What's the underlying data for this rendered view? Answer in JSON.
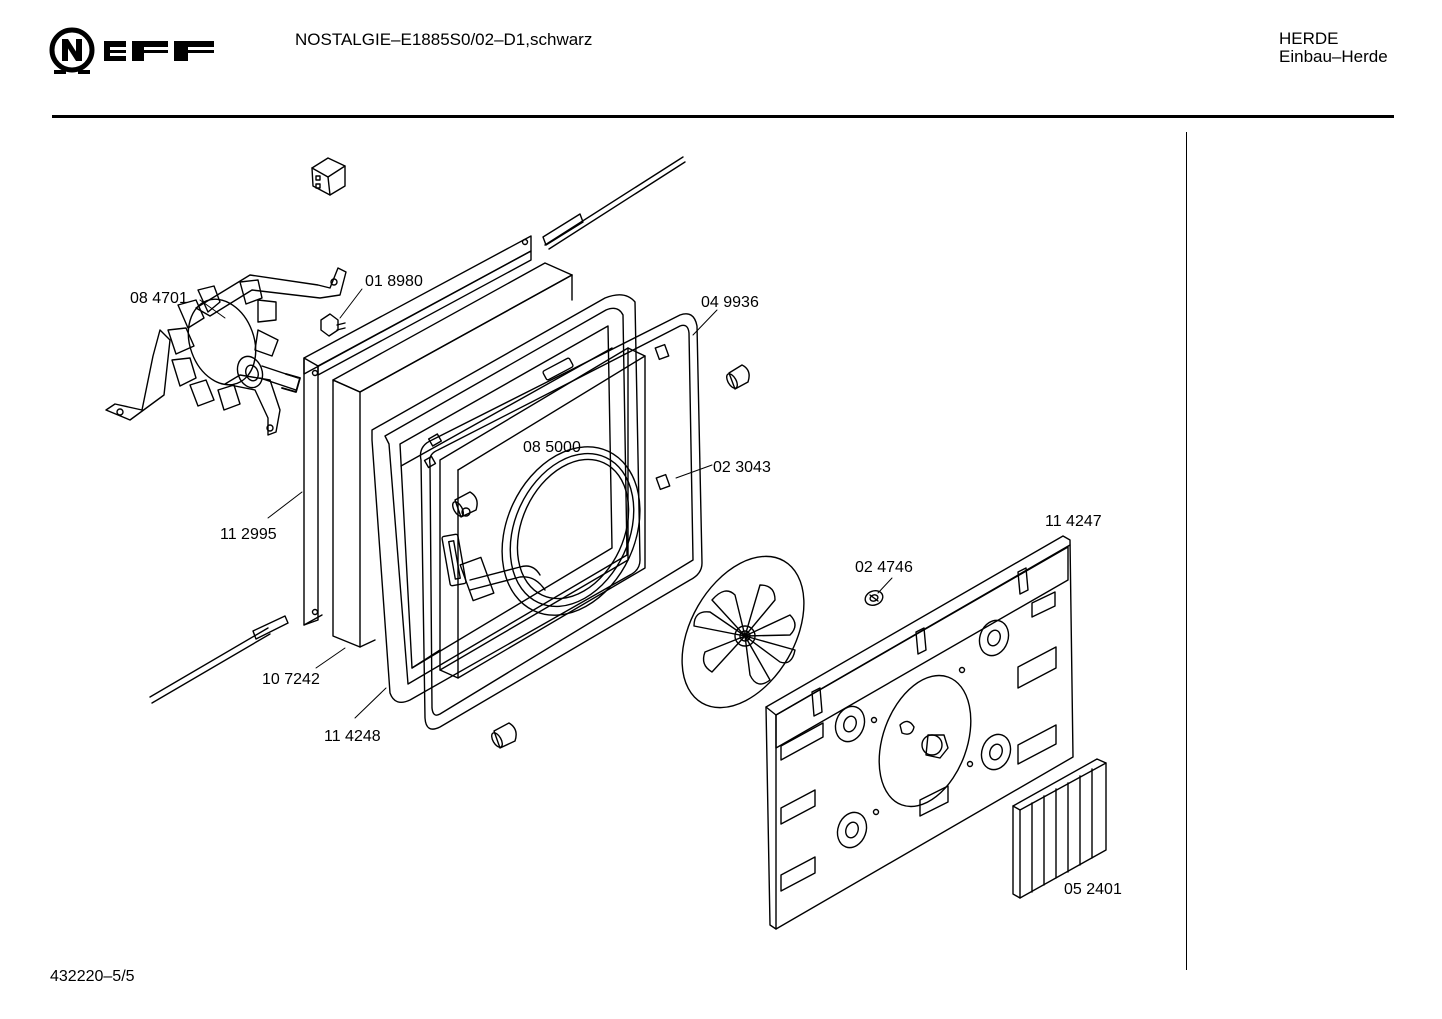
{
  "header": {
    "brand": "NEFF",
    "model": "NOSTALGIE–E1885S0/02–D1,schwarz",
    "category": "HERDE",
    "subcategory": "Einbau–Herde"
  },
  "footer": {
    "doc_id": "432220–5/5"
  },
  "icons": {
    "logo": "neff-logo-icon"
  },
  "parts": [
    {
      "id": "p-084701",
      "label": "08 4701"
    },
    {
      "id": "p-018980",
      "label": "01 8980"
    },
    {
      "id": "p-049936",
      "label": "04 9936"
    },
    {
      "id": "p-085000",
      "label": "08 5000"
    },
    {
      "id": "p-023043",
      "label": "02 3043"
    },
    {
      "id": "p-112995",
      "label": "11 2995"
    },
    {
      "id": "p-114247",
      "label": "11 4247"
    },
    {
      "id": "p-024746",
      "label": "02 4746"
    },
    {
      "id": "p-107242",
      "label": "10 7242"
    },
    {
      "id": "p-114248",
      "label": "11 4248"
    },
    {
      "id": "p-052401",
      "label": "05 2401"
    }
  ]
}
